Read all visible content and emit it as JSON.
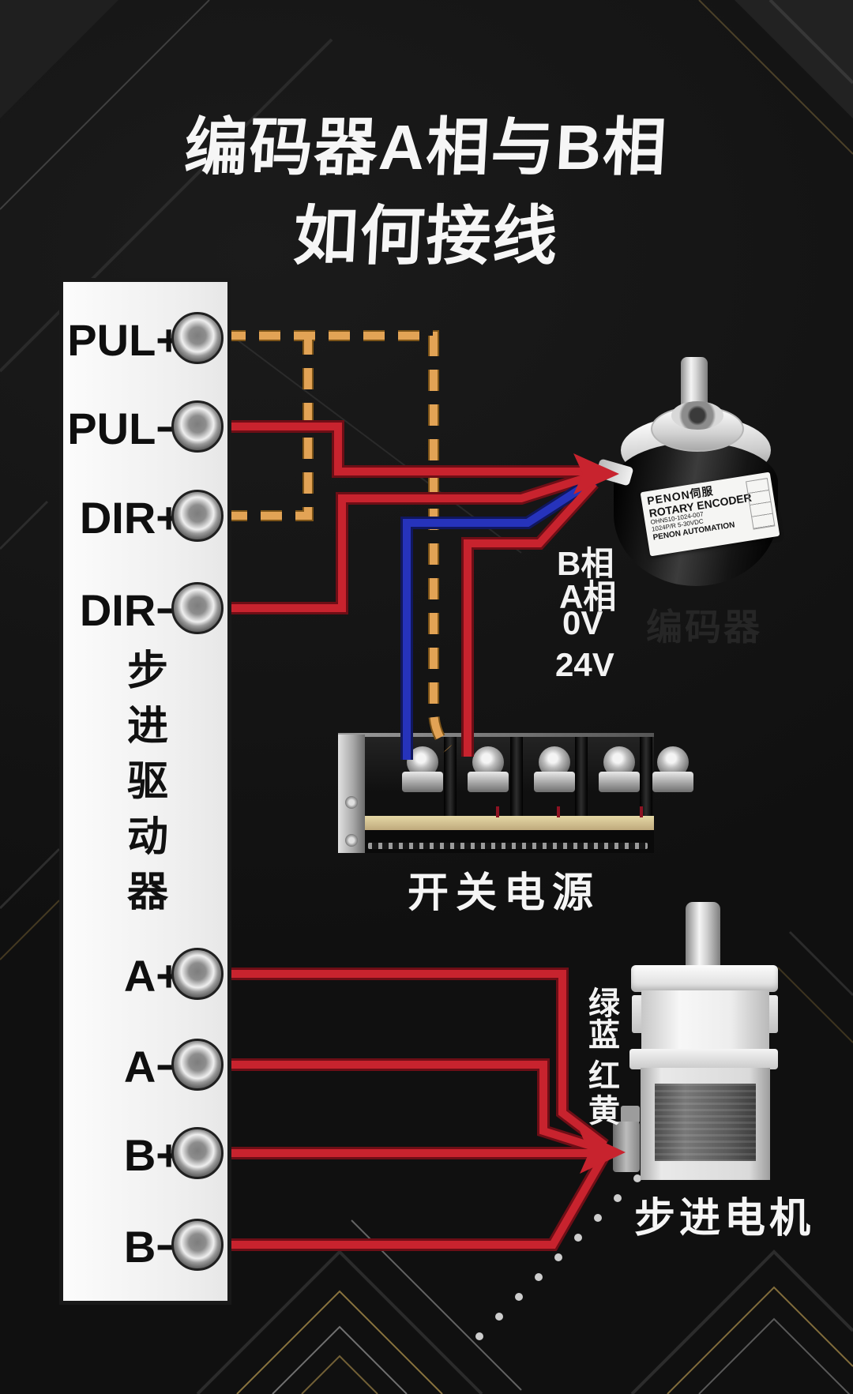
{
  "title": {
    "line1": "编码器A相与B相",
    "line2": "如何接线"
  },
  "driver": {
    "label_vertical": "步进驱动器",
    "chars": [
      "步",
      "进",
      "驱",
      "动",
      "器"
    ],
    "terminals_top": [
      "PUL+",
      "PUL−",
      "DIR+",
      "DIR−"
    ],
    "terminals_bottom": [
      "A+",
      "A−",
      "B+",
      "B−"
    ]
  },
  "encoder": {
    "label": "编码器",
    "wire_labels": [
      "B相",
      "A相",
      "0V",
      "24V"
    ],
    "sticker": {
      "brand": "PENON伺服",
      "product": "ROTARY ENCODER",
      "model": "OHN510-1024-007",
      "spec": "1024P/R   5-30VDC",
      "footer": "PENON AUTOMATION"
    }
  },
  "power_supply": {
    "label": "开关电源"
  },
  "motor": {
    "label": "步进电机",
    "wire_colors": [
      "绿",
      "蓝",
      "红",
      "黄"
    ]
  },
  "wiring": [
    {
      "wire": "dashed-orange",
      "from": "PUL+",
      "to": "power-supply-terminal-2"
    },
    {
      "wire": "dashed-orange-branch",
      "from": "DIR+",
      "to": "PUL+ line"
    },
    {
      "wire": "red",
      "from": "PUL−",
      "to": "encoder B相"
    },
    {
      "wire": "red",
      "from": "DIR−",
      "to": "encoder A相"
    },
    {
      "wire": "blue",
      "from": "power-supply-terminal-1",
      "to": "encoder 0V"
    },
    {
      "wire": "red",
      "from": "power-supply-terminal-2",
      "to": "encoder 24V"
    },
    {
      "wire": "red",
      "from": "A+",
      "to": "stepper-motor"
    },
    {
      "wire": "red",
      "from": "A−",
      "to": "stepper-motor"
    },
    {
      "wire": "red",
      "from": "B+",
      "to": "stepper-motor"
    },
    {
      "wire": "red",
      "from": "B−",
      "to": "stepper-motor"
    }
  ],
  "colors": {
    "background": "#141414",
    "panel": "#f4f4f4",
    "wire_red": "#c8232e",
    "wire_blue": "#2633bb",
    "wire_dashed_orange": "#e2a355",
    "title_text": "#f6f6f6"
  }
}
